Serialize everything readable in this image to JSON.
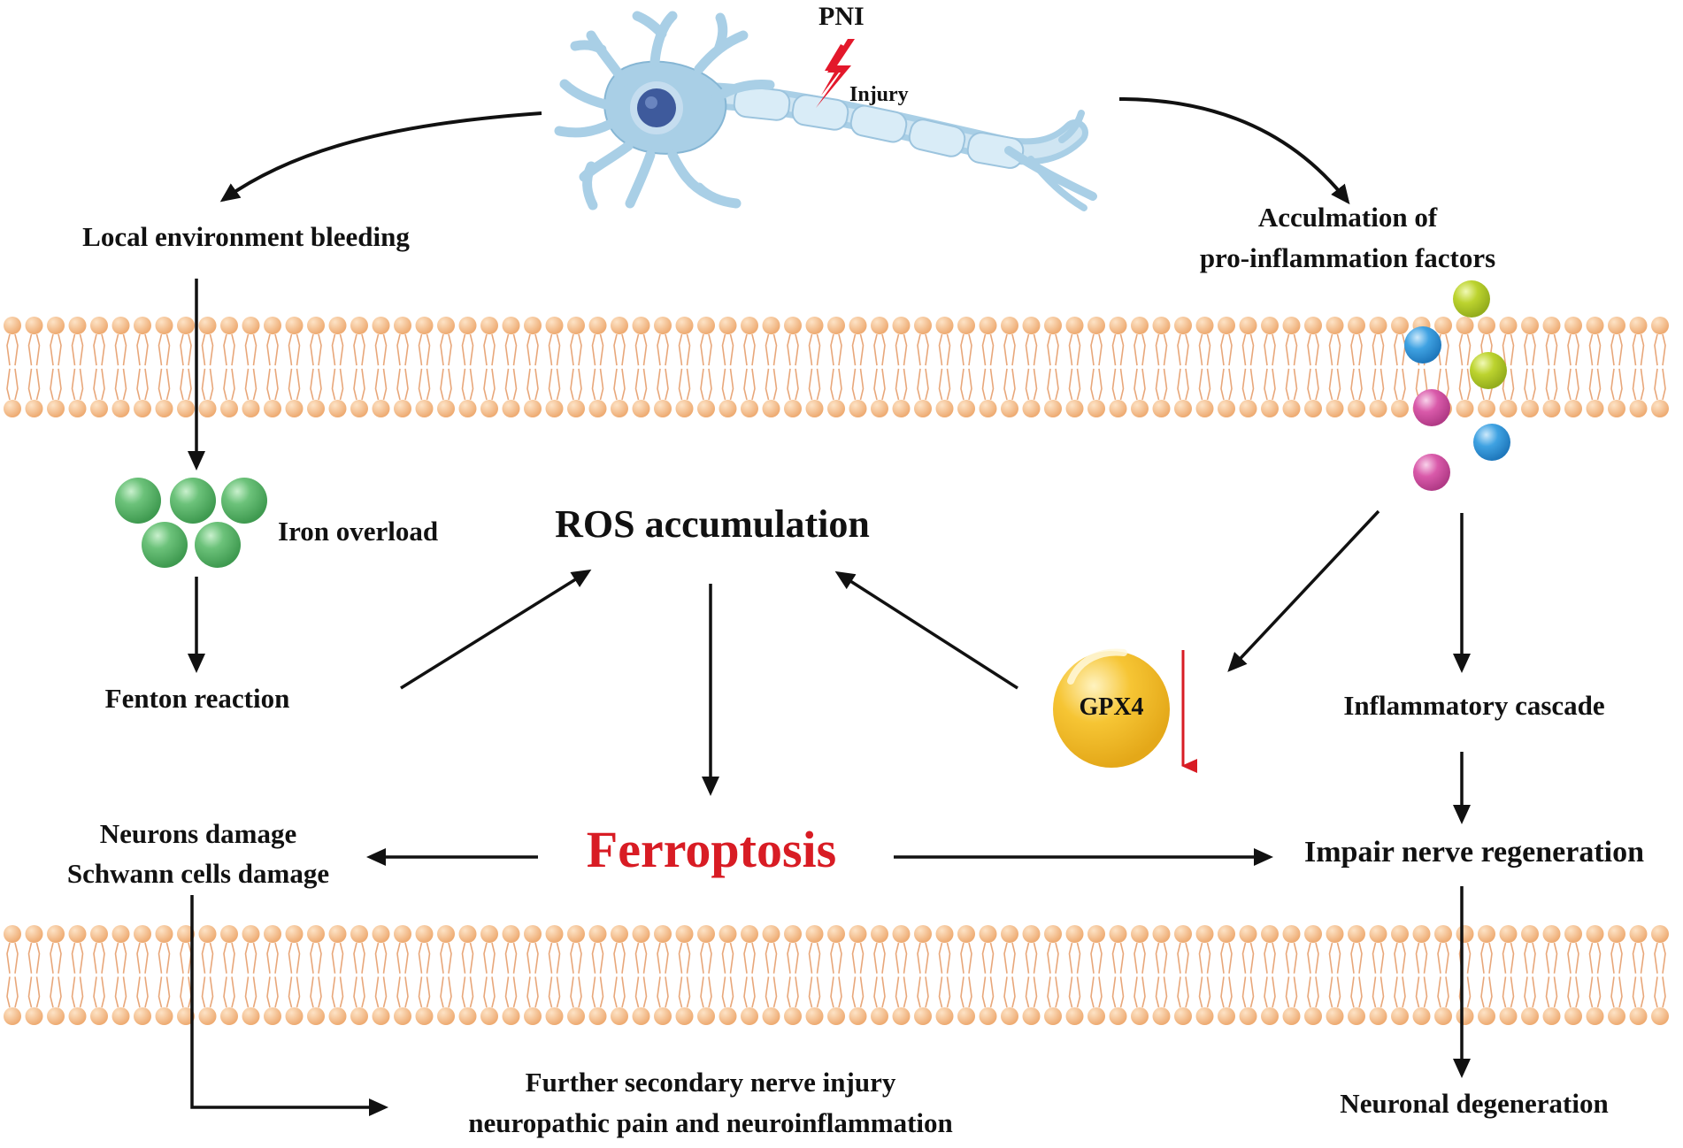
{
  "labels": {
    "pni": "PNI",
    "injury": "Injury",
    "local_bleeding": "Local environment bleeding",
    "accumulation_line1": "Acculmation of",
    "accumulation_line2": "pro-inflammation factors",
    "iron_overload": "Iron overload",
    "ros": "ROS accumulation",
    "fenton": "Fenton reaction",
    "gpx4": "GPX4",
    "inflammatory_cascade": "Inflammatory cascade",
    "neurons_damage": "Neurons damage",
    "schwann_damage": "Schwann cells damage",
    "ferroptosis": "Ferroptosis",
    "impair_regeneration": "Impair nerve regeneration",
    "further_injury_line1": "Further secondary nerve injury",
    "further_injury_line2": "neuropathic pain and neuroinflammation",
    "neuronal_degeneration": "Neuronal degeneration"
  },
  "colors": {
    "membrane_head": "#f5c08f",
    "membrane_tail": "#e8a77a",
    "iron_ball": "#5cb86a",
    "gpx4_ball": "#f5c02f",
    "factor_yellow_green": "#b6cf2c",
    "factor_blue": "#3a9ee0",
    "factor_pink": "#d758a8",
    "ferroptosis_text": "#d81c24",
    "lightning": "#e3182b",
    "decrease_arrow": "#d81c24",
    "neuron": "#a9cfe6",
    "nucleus": "#3e5a9c"
  }
}
